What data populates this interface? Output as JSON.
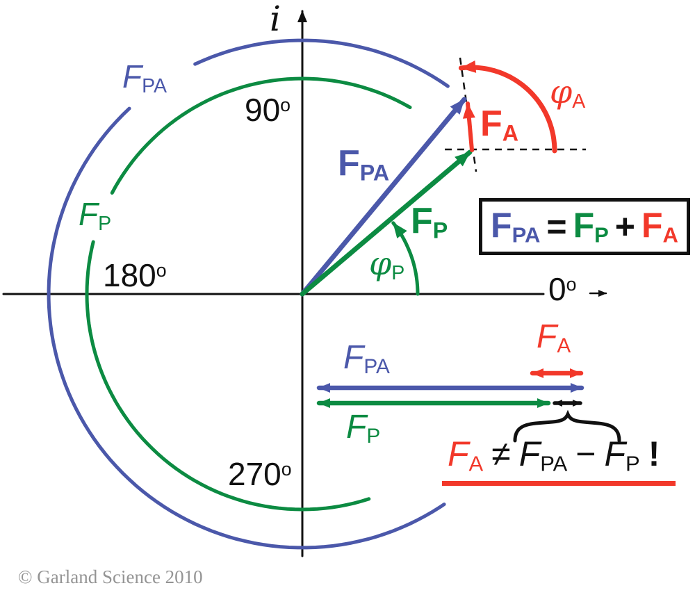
{
  "colors": {
    "blue": "#4b58aa",
    "green": "#0c8b42",
    "red": "#f2382a",
    "black": "#111111",
    "gray": "#949494"
  },
  "axes": {
    "imaginary_label": "i",
    "degree_symbol": "o",
    "angle_90": "90",
    "angle_180": "180",
    "angle_270": "270",
    "angle_0": "0"
  },
  "circle_labels": {
    "fpa": {
      "main": "F",
      "sub": "PA"
    },
    "fp": {
      "main": "F",
      "sub": "P"
    }
  },
  "vector_labels": {
    "fpa": {
      "main": "F",
      "sub": "PA"
    },
    "fp": {
      "main": "F",
      "sub": "P"
    },
    "fa": {
      "main": "F",
      "sub": "A"
    }
  },
  "phase_labels": {
    "phi_p": {
      "main": "φ",
      "sub": "P"
    },
    "phi_a": {
      "main": "φ",
      "sub": "A"
    }
  },
  "equation": {
    "lhs_main": "F",
    "lhs_sub": "PA",
    "equals": "=",
    "rhs1_main": "F",
    "rhs1_sub": "P",
    "plus": "+",
    "rhs2_main": "F",
    "rhs2_sub": "A"
  },
  "amplitude_labels": {
    "fa": {
      "main": "F",
      "sub": "A"
    },
    "fpa": {
      "main": "F",
      "sub": "PA"
    },
    "fp": {
      "main": "F",
      "sub": "P"
    }
  },
  "inequality": {
    "fa_main": "F",
    "fa_sub": "A",
    "neq": "≠",
    "fpa_main": "F",
    "fpa_sub": "PA",
    "minus": "−",
    "fp_main": "F",
    "fp_sub": "P",
    "exclamation": "!"
  },
  "footer": {
    "copyright": "© Garland Science 2010"
  }
}
